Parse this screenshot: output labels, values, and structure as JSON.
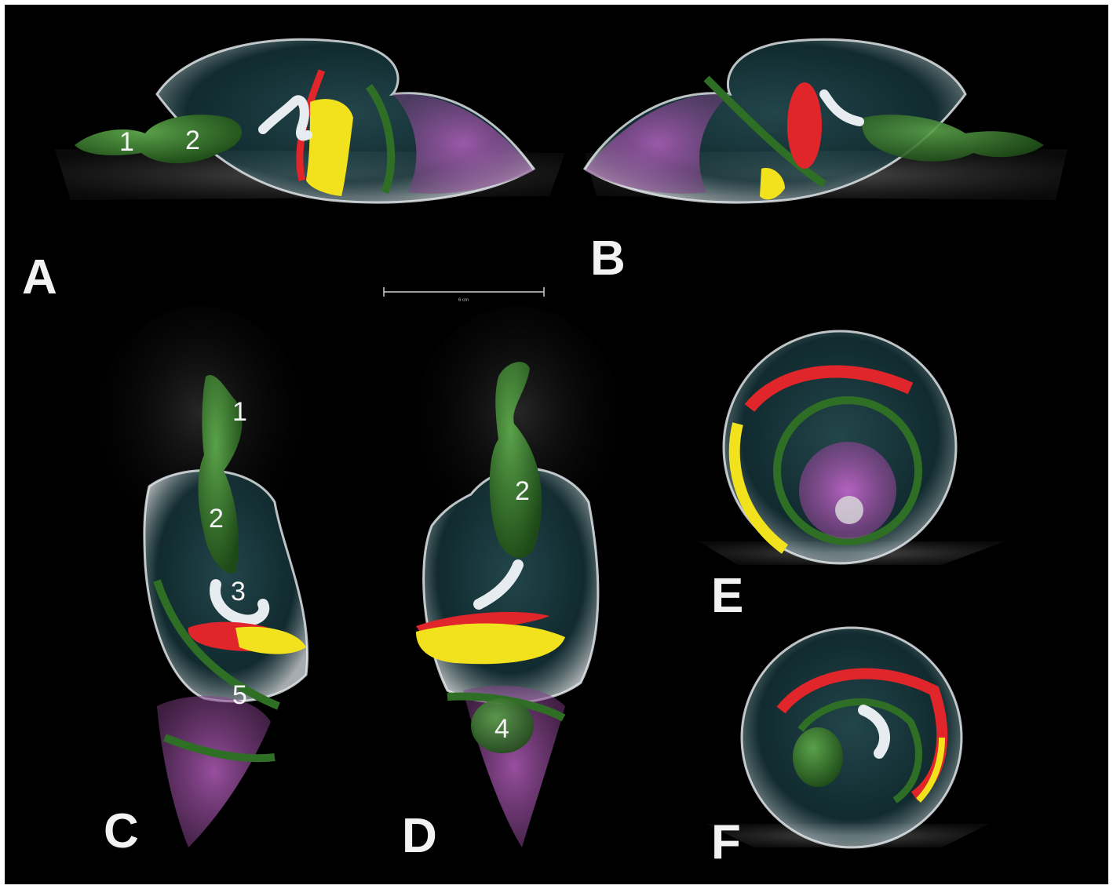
{
  "panel_letters": {
    "a": "A",
    "b": "B",
    "c": "C",
    "d": "D",
    "e": "E",
    "f": "F"
  },
  "labels": {
    "a_1": "1",
    "a_2": "2",
    "c_1": "1",
    "c_2": "2",
    "c_3": "3",
    "c_5": "5",
    "d_2": "2",
    "d_4": "4"
  },
  "scale_bar": {
    "text": "6 cm"
  },
  "colors": {
    "background": "#000000",
    "shell": "#dfe6ea",
    "green": "#2f6e25",
    "red": "#e0262a",
    "yellow": "#f2e21d",
    "white_tube": "#e6ecef",
    "violet": "#c667cf",
    "teal": "#3c7b86"
  }
}
